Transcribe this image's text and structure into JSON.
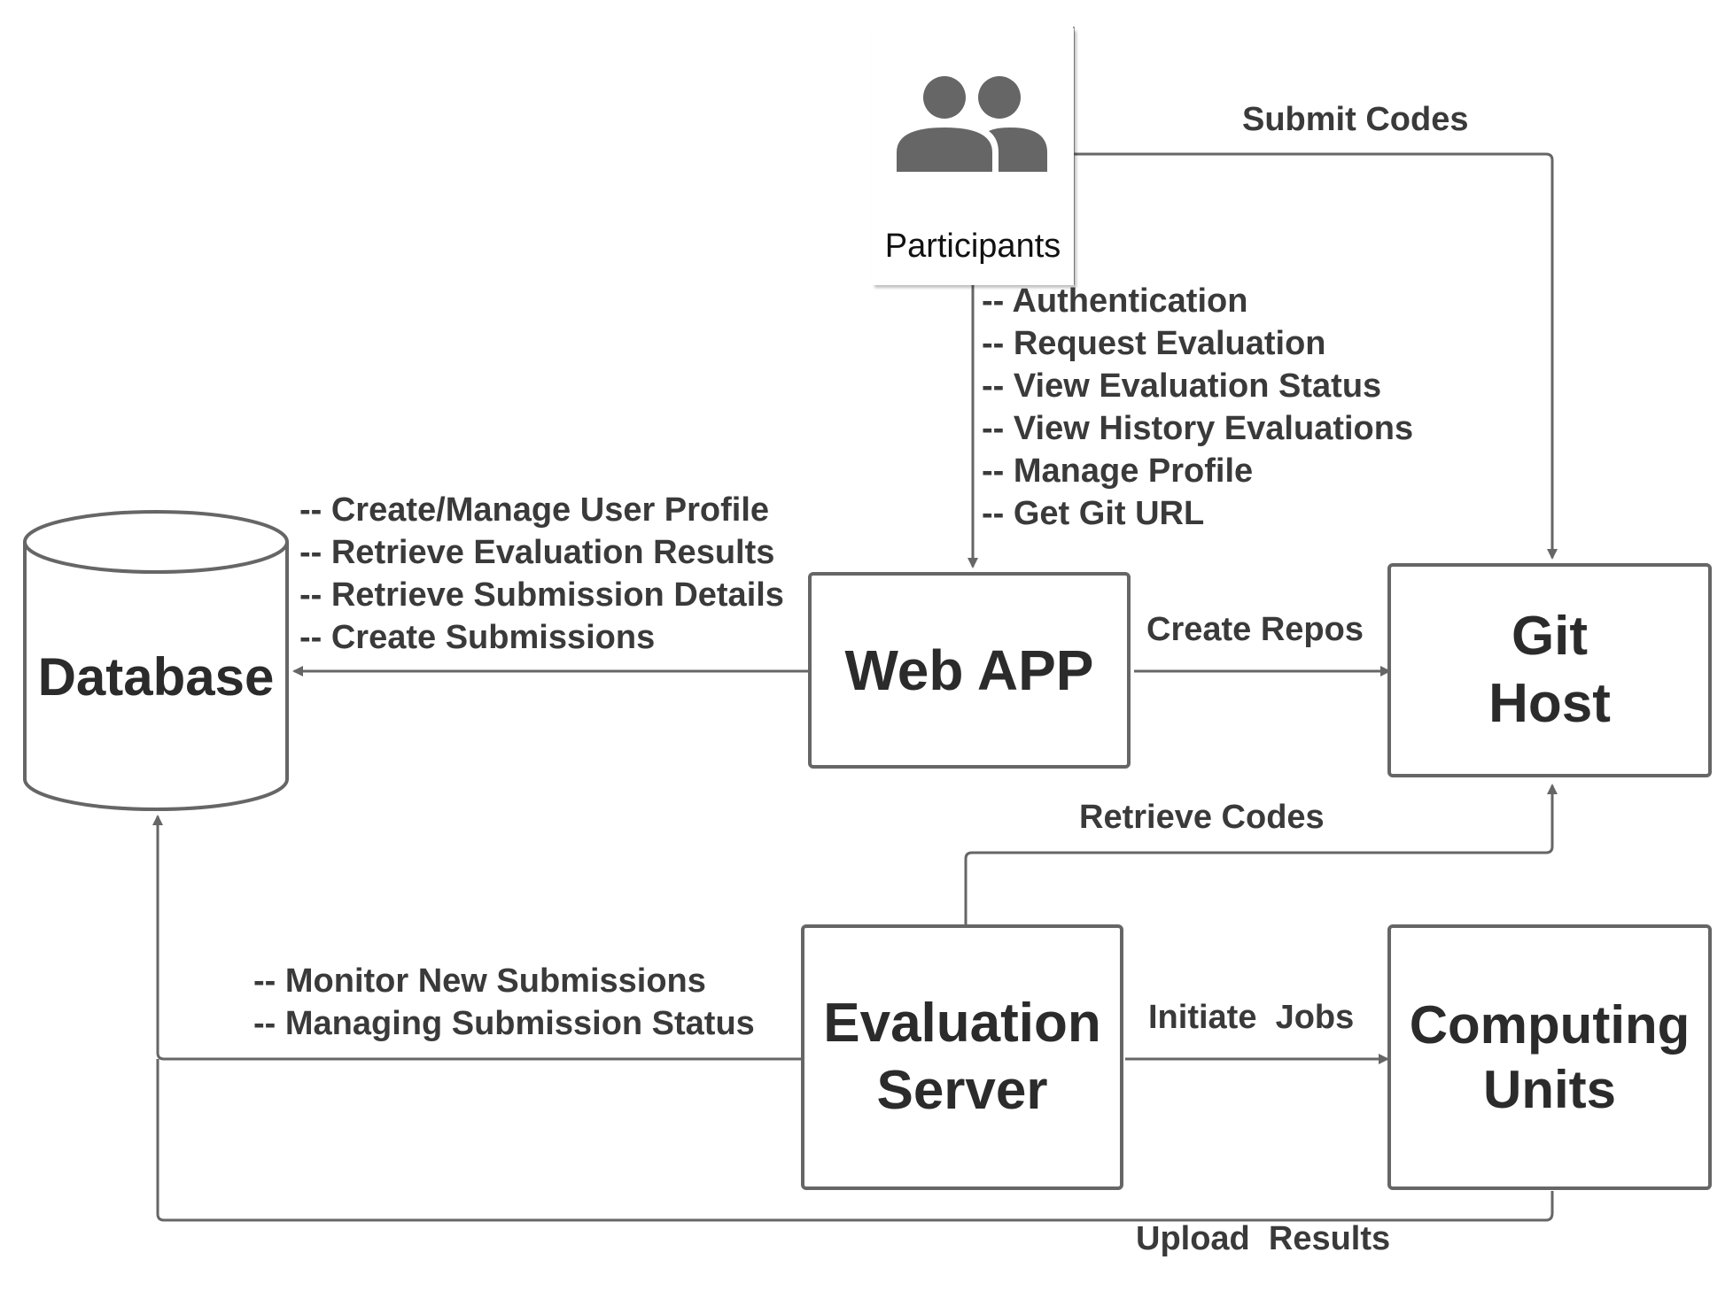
{
  "diagram": {
    "colors": {
      "line": "#666666",
      "box_border": "#666666",
      "text": "#333333",
      "icon": "#666666"
    },
    "participants": {
      "label": "Participants",
      "icon": "people-icon"
    },
    "nodes": {
      "database": "Database",
      "web_app": "Web APP",
      "git_host": [
        "Git",
        "Host"
      ],
      "evaluation_server": [
        "Evaluation",
        "Server"
      ],
      "computing_units": [
        "Computing",
        "Units"
      ]
    },
    "edges": {
      "submit_codes": "Submit Codes",
      "participant_actions": [
        "-- Authentication",
        "-- Request Evaluation",
        "-- View Evaluation Status",
        "-- View History Evaluations",
        "-- Manage Profile",
        "-- Get Git URL"
      ],
      "webapp_database_actions": [
        "-- Create/Manage User Profile",
        "-- Retrieve Evaluation Results",
        "-- Retrieve Submission Details",
        "-- Create Submissions"
      ],
      "create_repos": "Create Repos",
      "retrieve_codes": "Retrieve Codes",
      "server_database_actions": [
        "-- Monitor New Submissions",
        "-- Managing Submission Status"
      ],
      "initiate_jobs": "Initiate  Jobs",
      "upload_results": "Upload  Results"
    }
  }
}
